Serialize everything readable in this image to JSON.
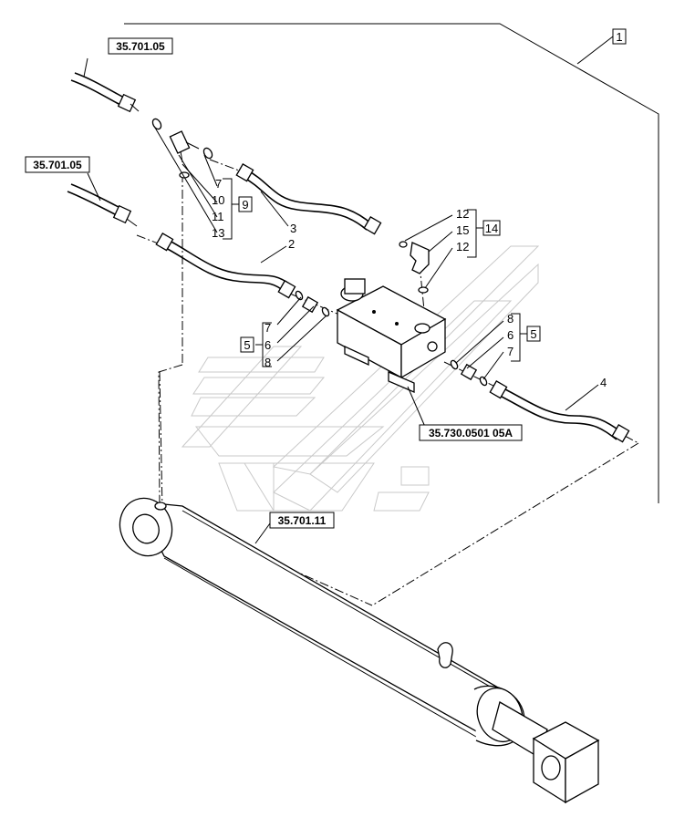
{
  "references": {
    "hose_upper": "35.701.05",
    "hose_lower": "35.701.05",
    "valve": "35.730.0501 05A",
    "cylinder": "35.701.11"
  },
  "group_labels": {
    "g1": "1",
    "g9": "9",
    "g14": "14",
    "g5_left": "5",
    "g5_right": "5"
  },
  "callouts": {
    "c7a": "7",
    "c10": "10",
    "c11": "11",
    "c13": "13",
    "c3": "3",
    "c2": "2",
    "c4": "4",
    "c12a": "12",
    "c15": "15",
    "c12b": "12",
    "c7b": "7",
    "c6a": "6",
    "c8a": "8",
    "c8b": "8",
    "c6b": "6",
    "c7c": "7"
  }
}
